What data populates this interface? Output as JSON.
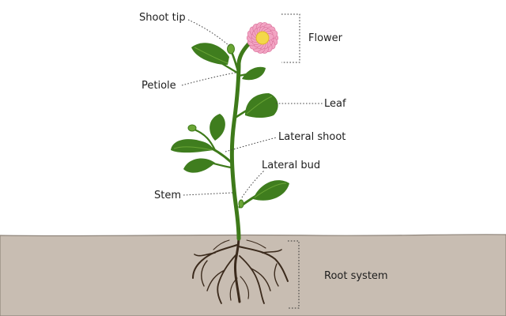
{
  "labels": {
    "shoot_tip": "Shoot tip",
    "flower": "Flower",
    "petiole": "Petiole",
    "leaf": "Leaf",
    "lateral_shoot": "Lateral shoot",
    "lateral_bud": "Lateral bud",
    "stem": "Stem",
    "root_system": "Root system"
  },
  "colors": {
    "soil": "#c8bdb2",
    "soil_edge": "#8f857b",
    "stem": "#3e7a1a",
    "leaf": "#3f7d1e",
    "leaf_light": "#6aa535",
    "petal": "#f2a4c3",
    "flower_center": "#f3d84a",
    "root": "#3b2a1c"
  }
}
